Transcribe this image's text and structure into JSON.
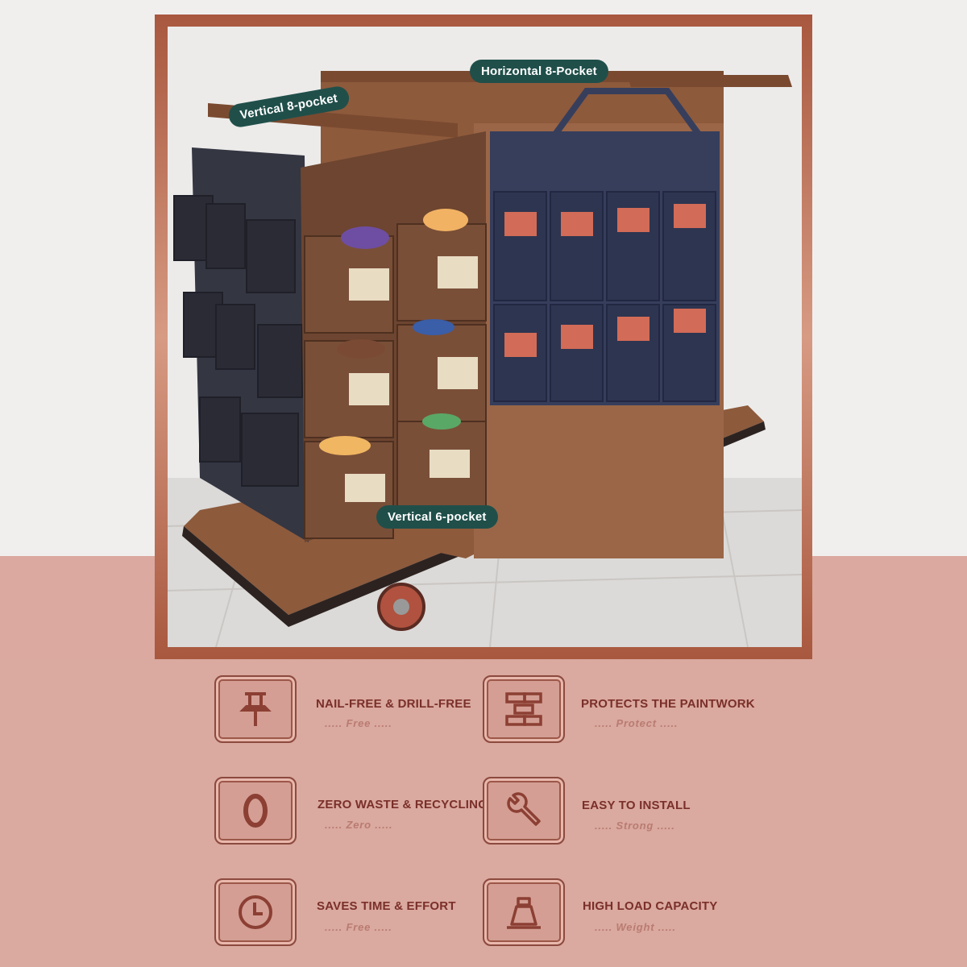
{
  "callouts": {
    "vertical8": "Vertical 8-pocket",
    "horizontal8": "Horizontal 8-Pocket",
    "vertical6": "Vertical 6-pocket"
  },
  "features": [
    {
      "icon": "pushpin-icon",
      "title": "NAIL-FREE & DRILL-FREE",
      "sub": "..... Free ....."
    },
    {
      "icon": "brick-wall-icon",
      "title": "PROTECTS THE PAINTWORK",
      "sub": "..... Protect ....."
    },
    {
      "icon": "recycle-zero-icon",
      "title": "ZERO WASTE & RECYCLING",
      "sub": "..... Zero ....."
    },
    {
      "icon": "wrench-icon",
      "title": "EASY TO INSTALL",
      "sub": "..... Strong ....."
    },
    {
      "icon": "clock-icon",
      "title": "SAVES TIME  & EFFORT",
      "sub": "..... Free ....."
    },
    {
      "icon": "weight-icon",
      "title": "HIGH LOAD CAPACITY",
      "sub": "..... Weight ....."
    }
  ],
  "colors": {
    "badge": "#204f4a",
    "title_text": "#7a2f2a",
    "sub_text": "#b97b72",
    "lower_bg": "#daa99f",
    "cart_brown": "#8e5a3c",
    "pocket_navy": "#343c58"
  }
}
